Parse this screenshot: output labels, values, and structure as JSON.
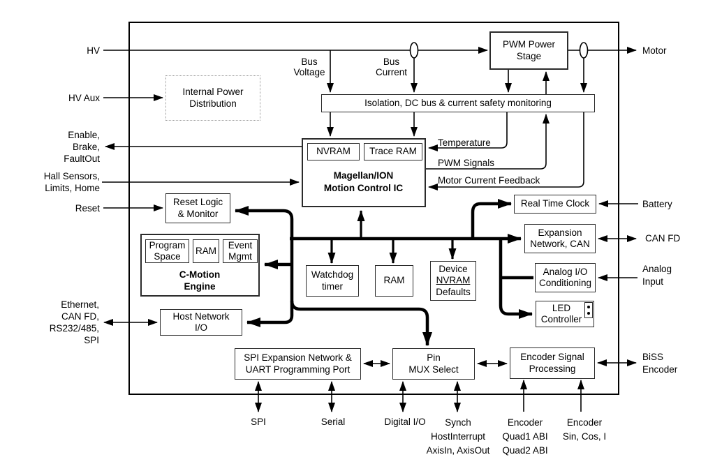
{
  "colors": {
    "line": "#000000",
    "box_border": "#2b2b2b",
    "background": "#ffffff"
  },
  "blocks": {
    "pwm_power_stage": "PWM Power\nStage",
    "internal_power": "Internal Power\nDistribution",
    "isolation": "Isolation, DC bus & current safety monitoring",
    "nvram": "NVRAM",
    "trace_ram": "Trace RAM",
    "magellan": "Magellan/ION\nMotion Control IC",
    "reset_logic": "Reset Logic\n& Monitor",
    "program_space": "Program\nSpace",
    "ram_small": "RAM",
    "event_mgmt": "Event\nMgmt",
    "c_motion": "C-Motion\nEngine",
    "watchdog": "Watchdog\ntimer",
    "ram": "RAM",
    "device_nvram_l1": "Device",
    "device_nvram_l2": "NVRAM",
    "device_nvram_l3": "Defaults",
    "rtc": "Real Time Clock",
    "expansion": "Expansion\nNetwork, CAN",
    "analog_cond": "Analog I/O\nConditioning",
    "led": "LED\nController",
    "host_network": "Host Network\nI/O",
    "spi_expansion": "SPI Expansion Network &\nUART Programming Port",
    "pin_mux": "Pin\nMUX Select",
    "encoder_proc": "Encoder Signal\nProcessing"
  },
  "labels_left": {
    "hv": "HV",
    "hv_aux": "HV Aux",
    "enable": "Enable,\nBrake,\nFaultOut",
    "hall": "Hall Sensors,\nLimits, Home",
    "reset": "Reset",
    "host_interfaces": "Ethernet,\nCAN FD,\nRS232/485,\nSPI"
  },
  "labels_right": {
    "motor": "Motor",
    "battery": "Battery",
    "can_fd": "CAN FD",
    "analog_input": "Analog\nInput",
    "biss": "BiSS\nEncoder"
  },
  "labels_bottom": {
    "spi": "SPI",
    "serial": "Serial",
    "digital_io": "Digital I/O",
    "synch": "Synch\nHostInterrupt\nAxisIn, AxisOut",
    "encoder_quad": "Encoder\nQuad1 ABI\nQuad2 ABI",
    "encoder_sincos": "Encoder\nSin, Cos, I"
  },
  "signals": {
    "bus_voltage": "Bus\nVoltage",
    "bus_current": "Bus\nCurrent",
    "temperature": "Temperature",
    "pwm_signals": "PWM Signals",
    "motor_current_feedback": "Motor Current Feedback"
  }
}
